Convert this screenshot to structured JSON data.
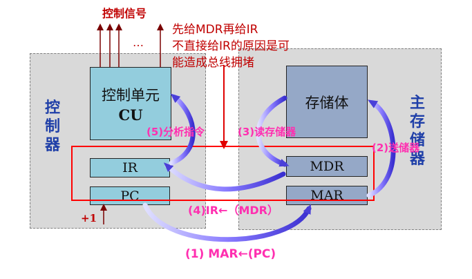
{
  "top_label": "控制信号",
  "ellipsis": "…",
  "note_lines": [
    "先给MDR再给IR",
    "不直接给IR的原因是可",
    "能造成总线拥堵"
  ],
  "controller": {
    "label": "控\n制\n器",
    "cu_line1": "控制单元",
    "cu_line2": "CU",
    "ir": "IR",
    "pc": "PC",
    "increment": "+1"
  },
  "memory": {
    "label": "主\n存\n储\n器",
    "storage": "存储体",
    "mdr": "MDR",
    "mar": "MAR"
  },
  "steps": {
    "step1": "(1) MAR←(PC)",
    "step2": "(2)送储器",
    "step3": "(3)读存储器",
    "step4": "(4)IR←（MDR）",
    "step5": "(5)分析指令"
  },
  "colors": {
    "controller_panel": "#d9d9d9",
    "cu_fill": "#93cddd",
    "storage_fill": "#95a8c7",
    "arrow": "#4a3fd8",
    "highlight": "#ff0000",
    "step_text": "#ff2fb0",
    "panel_label": "#1f3fa8"
  }
}
